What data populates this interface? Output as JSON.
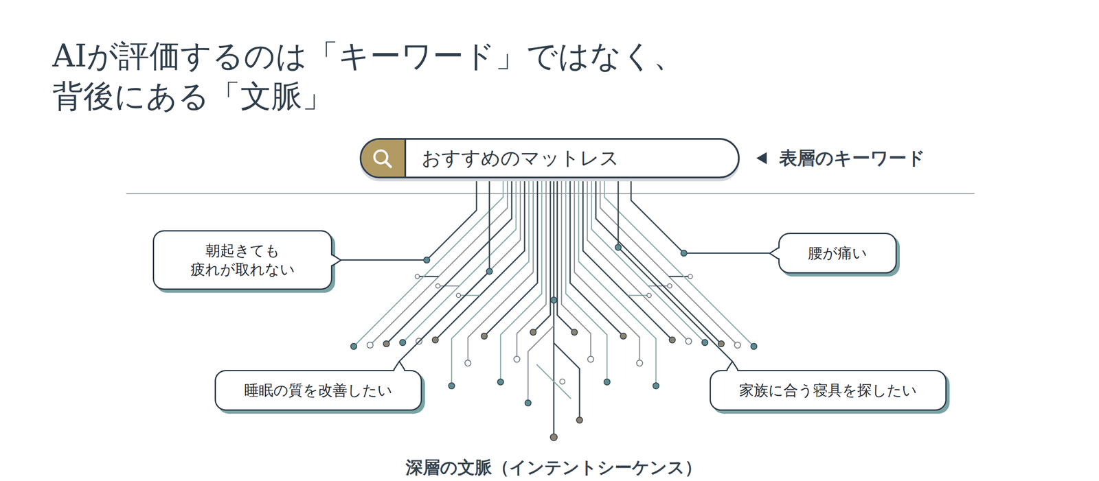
{
  "diagram": {
    "title": "AIが評価するのは「キーワード」ではなく、 背後にある「文脈」",
    "nodes": [
      {
        "text": [
          "おすすめのマットレス"
        ]
      },
      {
        "text": [
          "朝起きても 疲れが取れない"
        ]
      },
      {
        "text": [
          "腰が痛い"
        ]
      },
      {
        "text": [
          "睡眠の質を改善したい"
        ]
      },
      {
        "text": [
          "家族に合う寝具を探したい"
        ]
      }
    ],
    "edges": [
      {
        "from": 0,
        "to": 1,
        "arrow": "none"
      },
      {
        "from": 0,
        "to": 2,
        "arrow": "none"
      },
      {
        "from": 0,
        "to": 3,
        "arrow": "none"
      },
      {
        "from": 0,
        "to": 4,
        "arrow": "none"
      }
    ],
    "labels": [
      "表層のキーワード",
      "深層の文脈（インテントシーケンス）"
    ]
  }
}
